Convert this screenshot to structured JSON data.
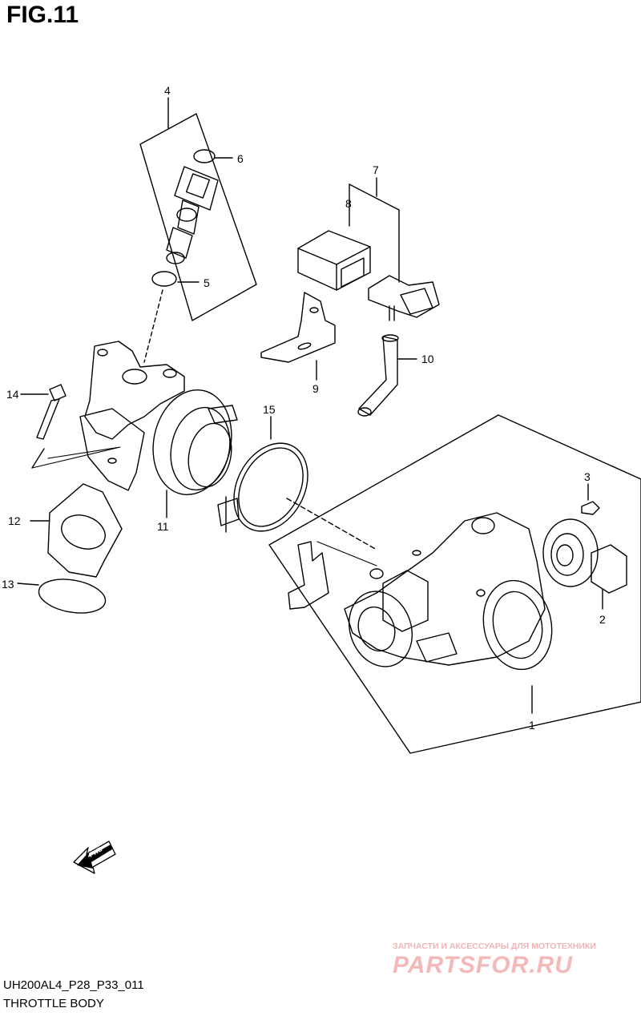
{
  "figure": {
    "title": "FIG.11",
    "code": "UH200AL4_P28_P33_011",
    "name": "THROTTLE BODY"
  },
  "callouts": [
    {
      "id": "c1",
      "label": "1"
    },
    {
      "id": "c2",
      "label": "2"
    },
    {
      "id": "c3",
      "label": "3"
    },
    {
      "id": "c4",
      "label": "4"
    },
    {
      "id": "c5",
      "label": "5"
    },
    {
      "id": "c6",
      "label": "6"
    },
    {
      "id": "c7",
      "label": "7"
    },
    {
      "id": "c8",
      "label": "8"
    },
    {
      "id": "c9",
      "label": "9"
    },
    {
      "id": "c10",
      "label": "10"
    },
    {
      "id": "c11",
      "label": "11"
    },
    {
      "id": "c12",
      "label": "12"
    },
    {
      "id": "c13",
      "label": "13"
    },
    {
      "id": "c14",
      "label": "14"
    },
    {
      "id": "c15",
      "label": "15"
    }
  ],
  "fwd_arrow": {
    "label": "FWD"
  },
  "watermark": {
    "tagline": "ЗАПЧАСТИ И АКСЕССУАРЫ ДЛЯ МОТОТЕХНИКИ",
    "logo": "PARTSFOR.RU",
    "color": "#f0b4b4"
  }
}
